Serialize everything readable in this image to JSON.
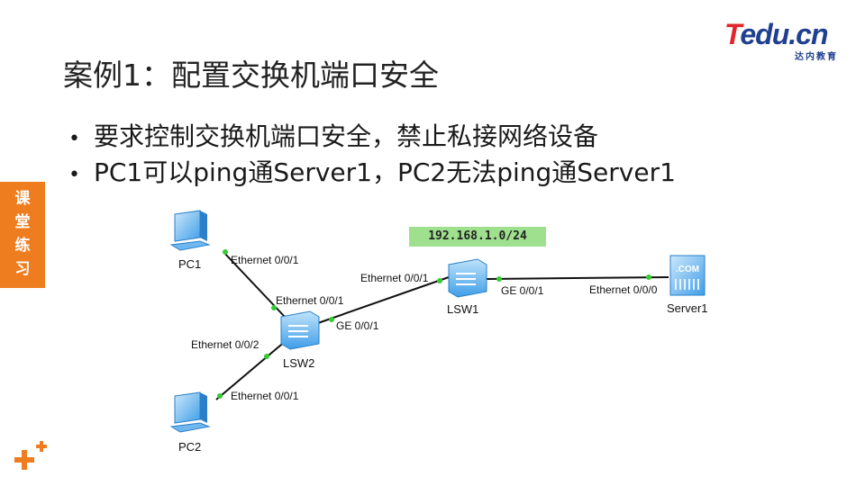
{
  "logo": {
    "brand_t": "T",
    "brand_rest": "edu.cn",
    "sub": "达内教育"
  },
  "title": "案例1：配置交换机端口安全",
  "bullets": [
    "要求控制交换机端口安全，禁止私接网络设备",
    "PC1可以ping通Server1，PC2无法ping通Server1"
  ],
  "bullet_symbol": "•",
  "side_tab": {
    "chars": [
      "课",
      "堂",
      "练",
      "习"
    ]
  },
  "network_label": "192.168.1.0/24",
  "devices": {
    "pc1": "PC1",
    "pc2": "PC2",
    "lsw1": "LSW1",
    "lsw2": "LSW2",
    "server1": "Server1",
    "server_badge": ".COM"
  },
  "ports": {
    "pc1_port": "Ethernet 0/0/1",
    "lsw2_port1": "Ethernet 0/0/1",
    "lsw2_port2": "Ethernet 0/0/2",
    "pc2_port": "Ethernet 0/0/1",
    "lsw2_ge": "GE 0/0/1",
    "lsw1_eth": "Ethernet 0/0/1",
    "lsw1_ge": "GE 0/0/1",
    "server_port": "Ethernet 0/0/0"
  },
  "colors": {
    "accent_orange": "#ee7d1f",
    "link": "#111111",
    "port_dot": "#33cc33",
    "device_blue": "#3f9ee8",
    "net_box": "#9fe08f"
  }
}
